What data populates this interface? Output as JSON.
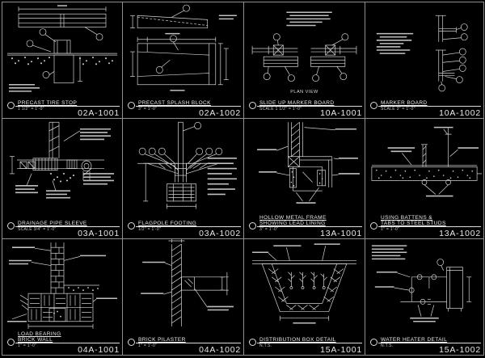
{
  "sheet": {
    "background": "#000000",
    "line_color": "#d4d4d4",
    "border_color": "#8f8f8f",
    "panels": [
      {
        "title_line1": "PRECAST TIRE STOP",
        "title_line2": "",
        "scale": "1 1/2\" = 1'-0\"",
        "number": "02A-1001"
      },
      {
        "title_line1": "PRECAST SPLASH BLOCK",
        "title_line2": "",
        "scale": "3\" = 1'-0\"",
        "number": "02A-1002"
      },
      {
        "title_line1": "SLIDE UP MARKER BOARD",
        "title_line2": "",
        "scale": "SCALE 1 1/2\" = 1'-0\"",
        "number": "10A-1001",
        "caption": "PLAN VIEW"
      },
      {
        "title_line1": "MARKER BOARD",
        "title_line2": "",
        "scale": "SCALE 3\" = 1'-0\"",
        "number": "10A-1002"
      },
      {
        "title_line1": "DRAINAGE PIPE SLEEVE",
        "title_line2": "",
        "scale": "SCALE 3/4\" = 1'-0\"",
        "number": "03A-1001"
      },
      {
        "title_line1": "FLAGPOLE FOOTING",
        "title_line2": "",
        "scale": "1/2\" = 1'-0\"",
        "number": "03A-1002"
      },
      {
        "title_line1": "HOLLOW METAL FRAME",
        "title_line2": "SHOWING LEAD LINING",
        "scale": "3\" = 1'-0\"",
        "number": "13A-1001"
      },
      {
        "title_line1": "USING BATTENS &",
        "title_line2": "TABS TO STEEL STUDS",
        "scale": "1\" = 1'-0\"",
        "number": "13A-1002"
      },
      {
        "title_line1": "LOAD BEARING",
        "title_line2": "BRICK WALL",
        "scale": "1\" = 1'-0\"",
        "number": "04A-1001"
      },
      {
        "title_line1": "BRICK PILASTER",
        "title_line2": "",
        "scale": "1\" = 1'-0\"",
        "number": "04A-1002"
      },
      {
        "title_line1": "DISTRIBUTION BOX DETAIL",
        "title_line2": "",
        "scale": "N.T.S.",
        "number": "15A-1001"
      },
      {
        "title_line1": "WATER HEATER DETAIL",
        "title_line2": "",
        "scale": "N.T.S.",
        "number": "15A-1002"
      }
    ]
  }
}
